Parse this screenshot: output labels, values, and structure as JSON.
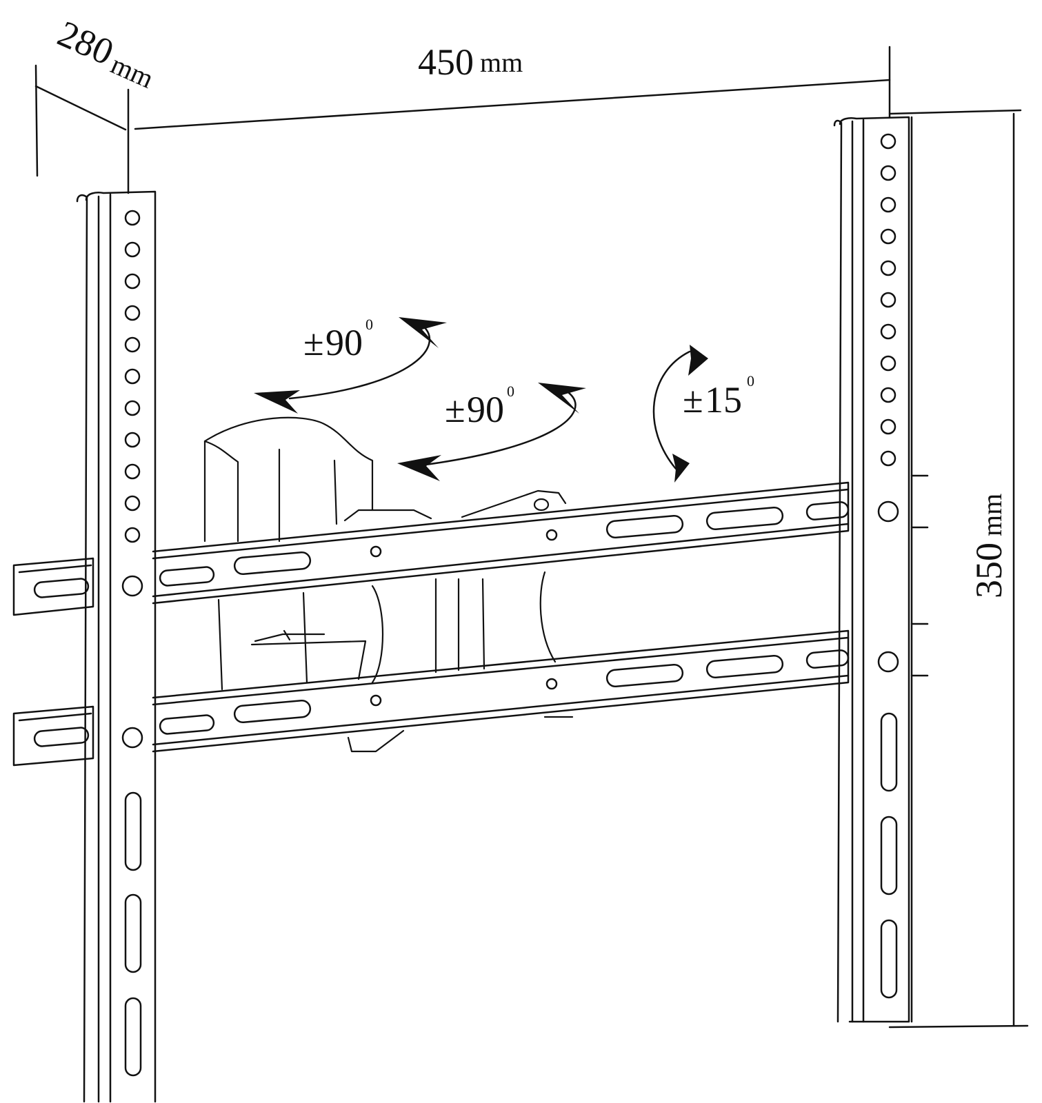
{
  "dimensions": {
    "depth": {
      "value": "280",
      "unit": "mm"
    },
    "width": {
      "value": "450",
      "unit": "mm"
    },
    "height": {
      "value": "350",
      "unit": "mm"
    }
  },
  "rotations": {
    "swivel_upper": {
      "sign": "±",
      "value": "90",
      "sup": "0"
    },
    "swivel_lower": {
      "sign": "±",
      "value": "90",
      "sup": "0"
    },
    "tilt": {
      "sign": "±",
      "value": "15",
      "sup": "0"
    }
  },
  "colors": {
    "ink": "#111111",
    "background": "#ffffff"
  }
}
